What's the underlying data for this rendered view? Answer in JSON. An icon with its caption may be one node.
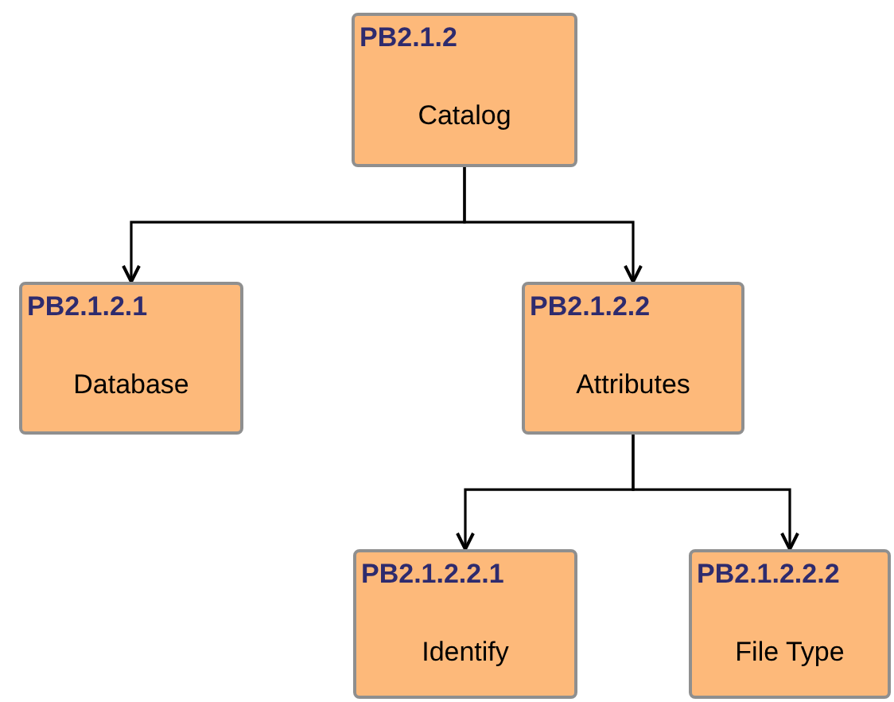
{
  "diagram": {
    "nodes": [
      {
        "text": [
          "PB2.1.2",
          "Catalog"
        ]
      },
      {
        "text": [
          "PB2.1.2.1",
          "Database"
        ]
      },
      {
        "text": [
          "PB2.1.2.2",
          "Attributes"
        ]
      },
      {
        "text": [
          "PB2.1.2.2.1",
          "Identify"
        ]
      },
      {
        "text": [
          "PB2.1.2.2.2",
          "File Type"
        ]
      }
    ],
    "edges": [
      {
        "from": 0,
        "to": 1,
        "arrow": "to"
      },
      {
        "from": 0,
        "to": 2,
        "arrow": "to"
      },
      {
        "from": 2,
        "to": 3,
        "arrow": "to"
      },
      {
        "from": 2,
        "to": 4,
        "arrow": "to"
      }
    ]
  }
}
